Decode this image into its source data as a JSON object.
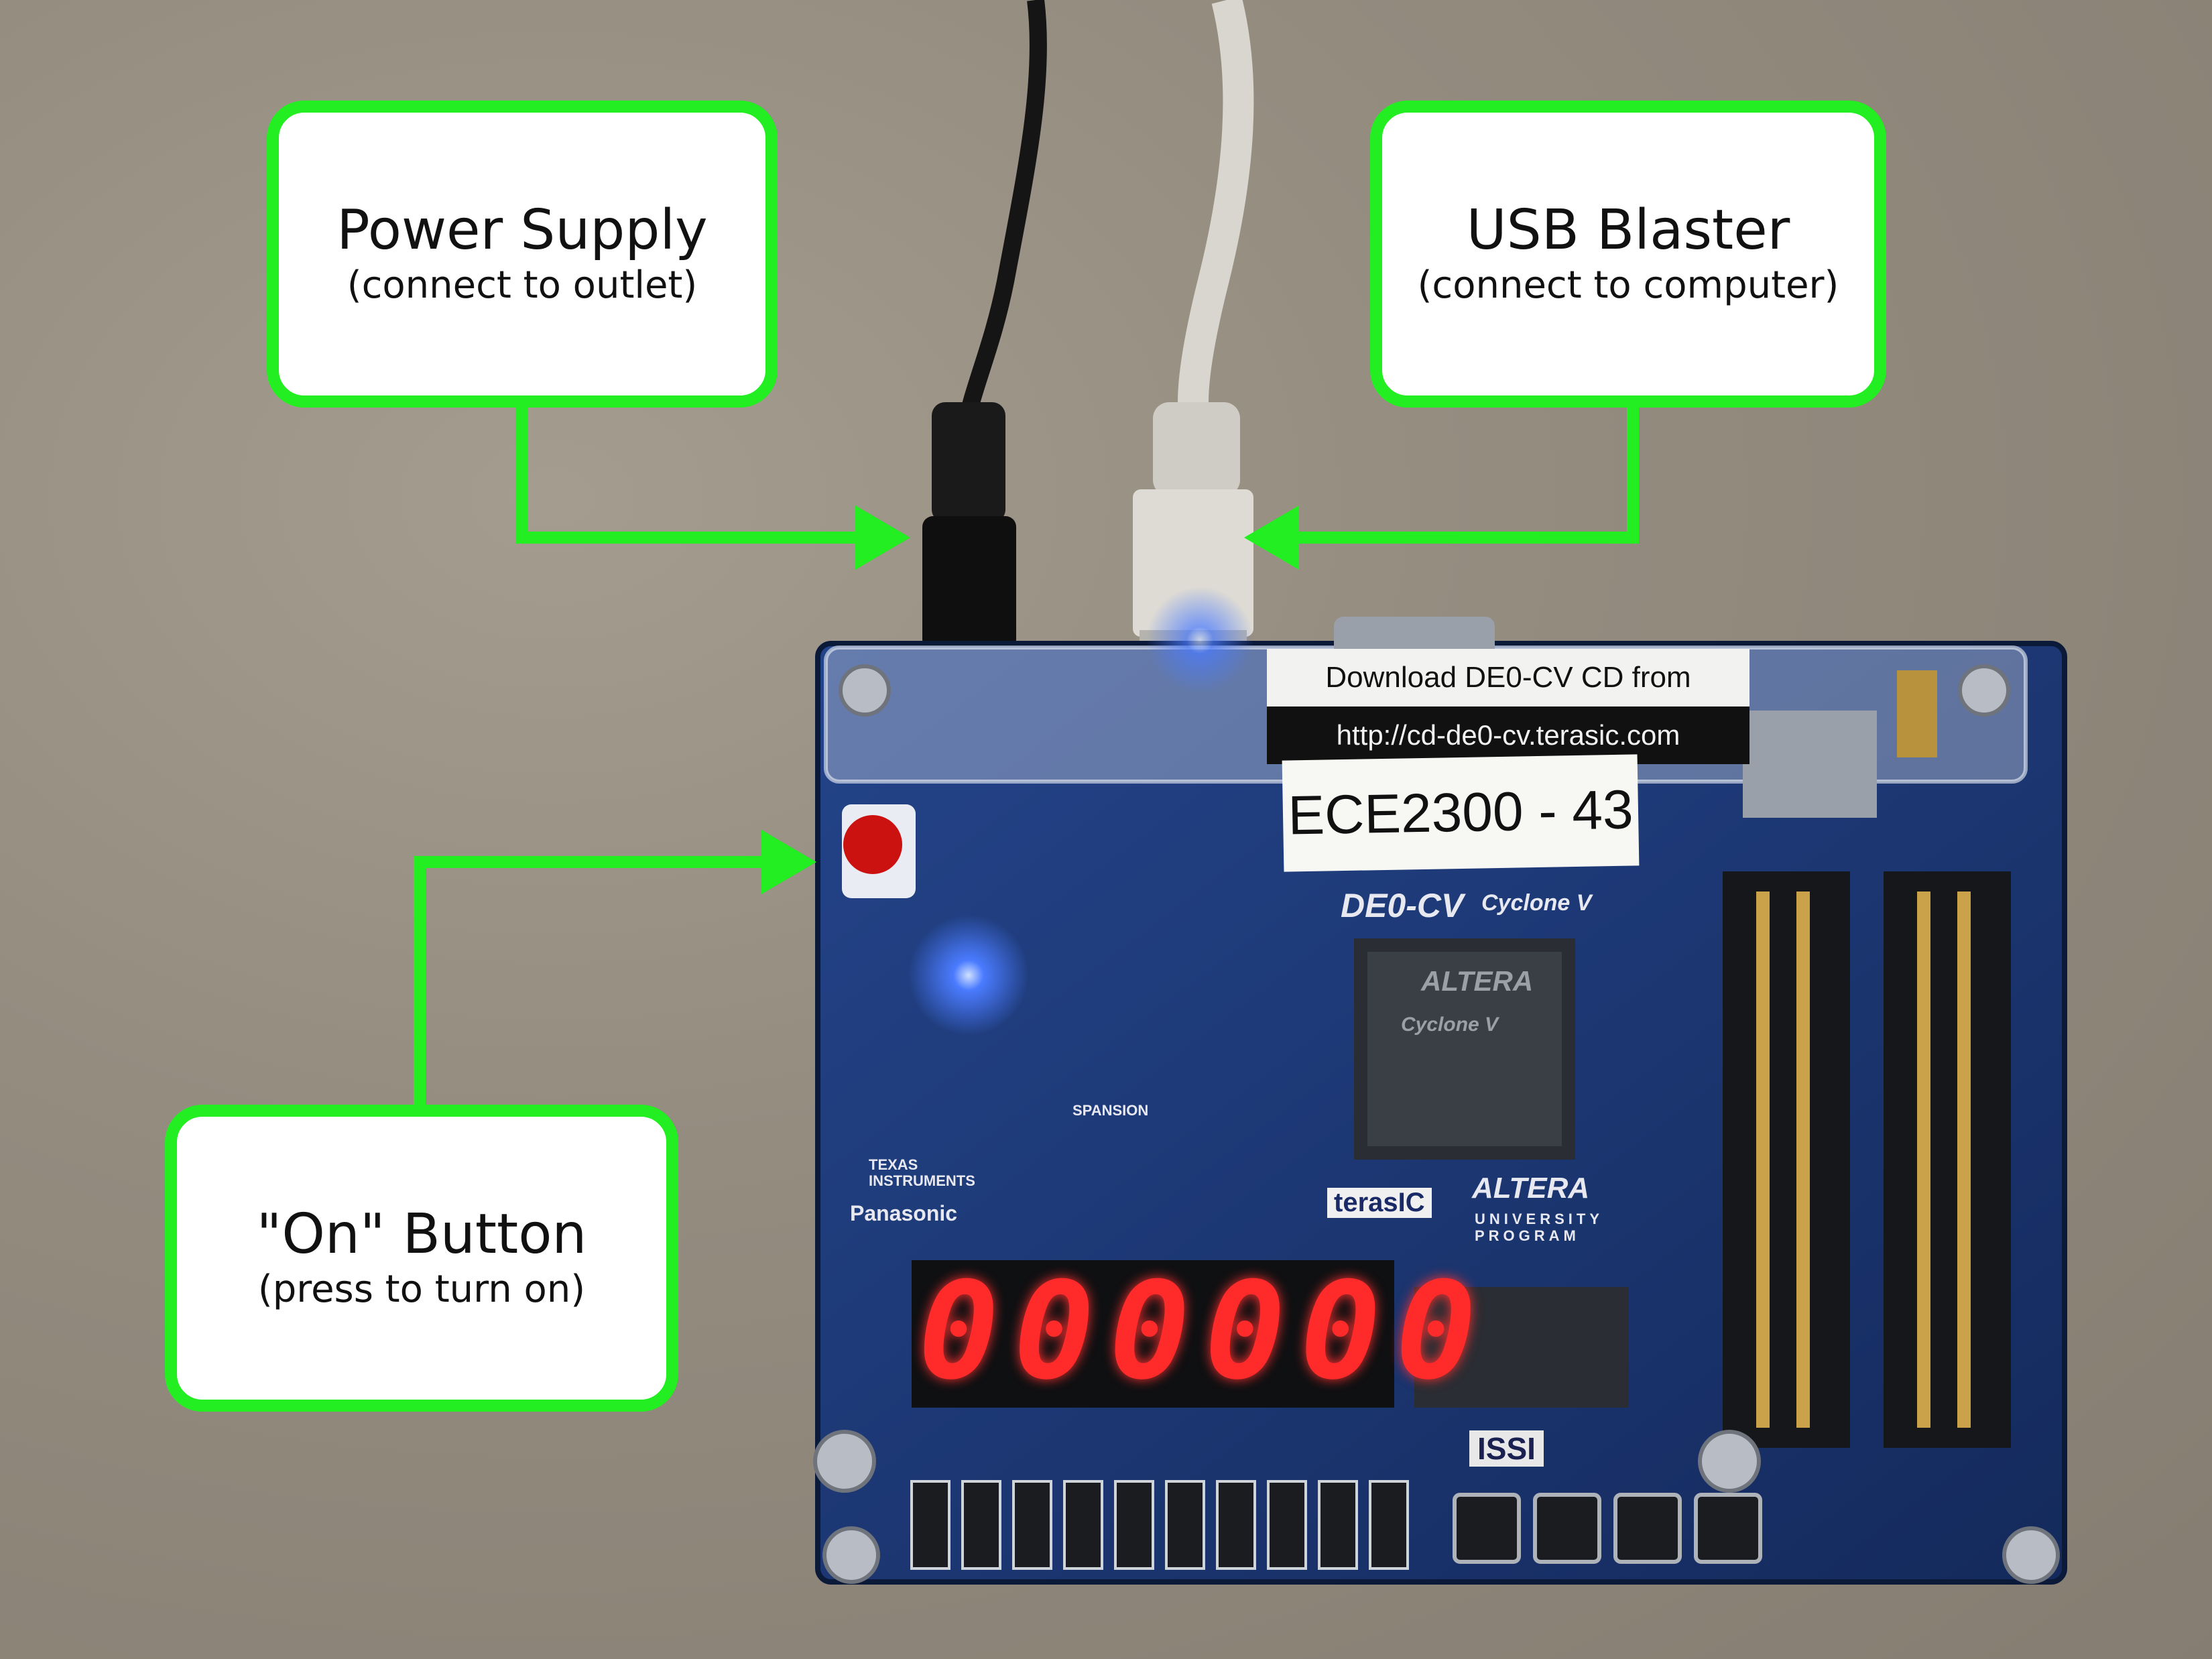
{
  "callouts": {
    "power": {
      "title": "Power Supply",
      "note": "(connect to outlet)"
    },
    "usb": {
      "title": "USB Blaster",
      "note": "(connect to computer)"
    },
    "on": {
      "title": "\"On\" Button",
      "note": "(press to turn on)"
    }
  },
  "board": {
    "cd_label_line1": "Download DE0-CV CD from",
    "cd_label_line2": "http://cd-de0-cv.terasic.com",
    "tag": "ECE2300 - 43",
    "model": "DE0-CV",
    "cyclone": "Cyclone V",
    "chip_brand": "ALTERA",
    "chip_family": "Cyclone V",
    "panasonic": "Panasonic",
    "texas": "TEXAS INSTRUMENTS",
    "terasic": "terasIC",
    "altera_logo": "ALTERA",
    "university": "UNIVERSITY PROGRAM",
    "spansion": "SPANSION",
    "issi": "ISSI",
    "seven_segment": "000000"
  },
  "colors": {
    "callout_border": "#22ee22",
    "arrow": "#22ee22",
    "pcb": "#1e3a7a",
    "seven_segment": "#ff2a2a",
    "led_blue": "#3a6bff",
    "power_button": "#cc1111"
  }
}
